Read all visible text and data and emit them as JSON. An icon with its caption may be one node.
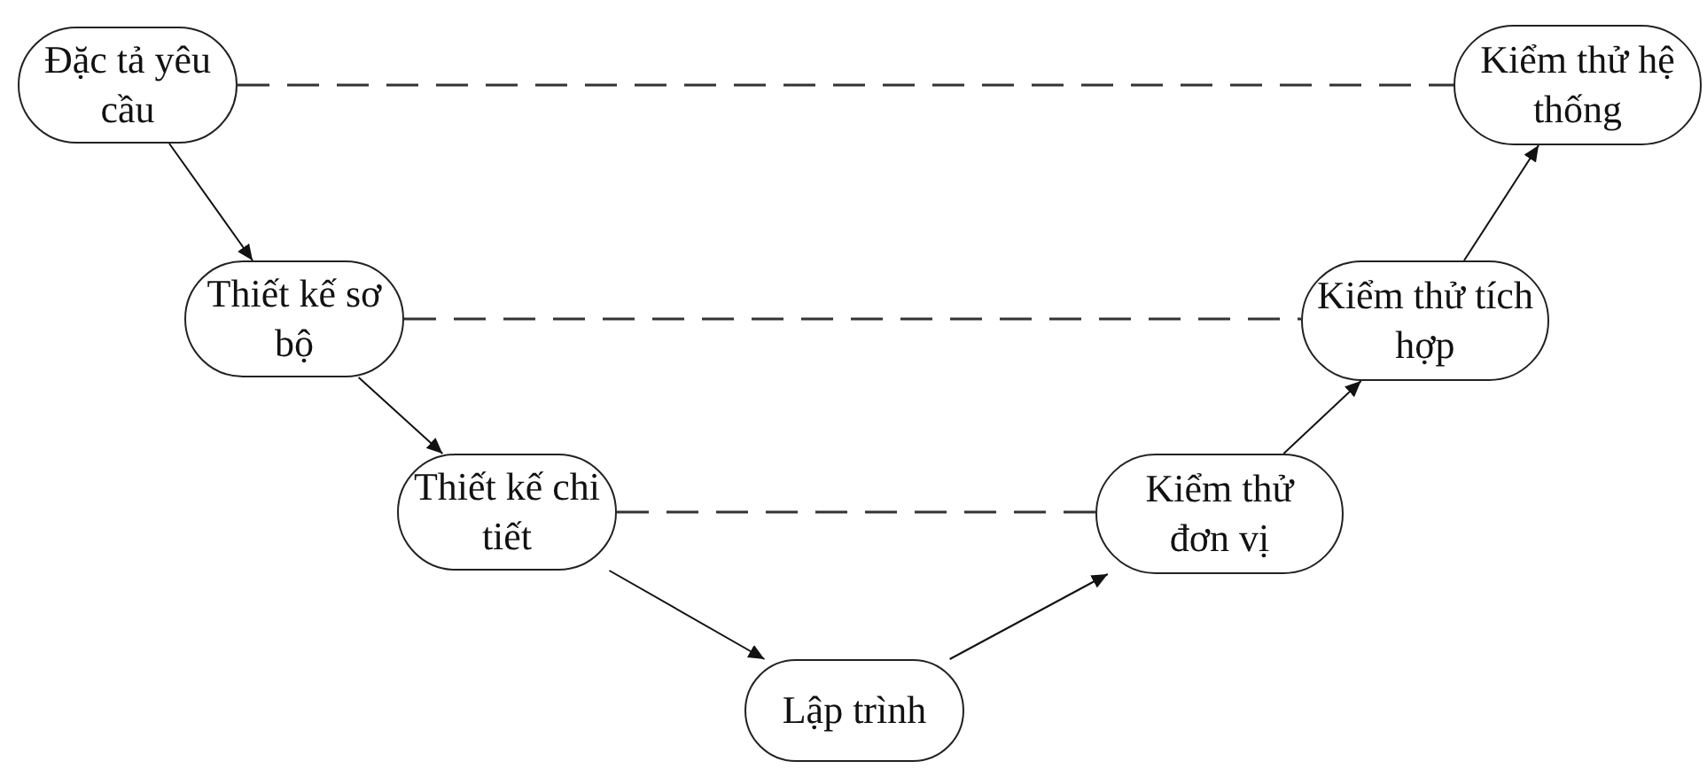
{
  "diagram": {
    "nodes": [
      {
        "text": [
          "Đặc tả yêu cầu"
        ]
      },
      {
        "text": [
          "Thiết kế sơ bộ"
        ]
      },
      {
        "text": [
          "Thiết kế chi tiết"
        ]
      },
      {
        "text": [
          "Lập trình"
        ]
      },
      {
        "text": [
          "Kiểm thử đơn vị"
        ]
      },
      {
        "text": [
          "Kiểm thử tích hợp"
        ]
      },
      {
        "text": [
          "Kiểm thử hệ thống"
        ]
      }
    ],
    "edges": [
      {
        "from": 0,
        "to": 1,
        "arrow": "to"
      },
      {
        "from": 1,
        "to": 2,
        "arrow": "to"
      },
      {
        "from": 2,
        "to": 3,
        "arrow": "to"
      },
      {
        "from": 3,
        "to": 4,
        "arrow": "to"
      },
      {
        "from": 4,
        "to": 5,
        "arrow": "to"
      },
      {
        "from": 5,
        "to": 6,
        "arrow": "to"
      },
      {
        "from": 0,
        "to": 6,
        "arrow": "none",
        "style": "dashed"
      },
      {
        "from": 1,
        "to": 5,
        "arrow": "none",
        "style": "dashed"
      },
      {
        "from": 2,
        "to": 4,
        "arrow": "none",
        "style": "dashed"
      }
    ]
  }
}
